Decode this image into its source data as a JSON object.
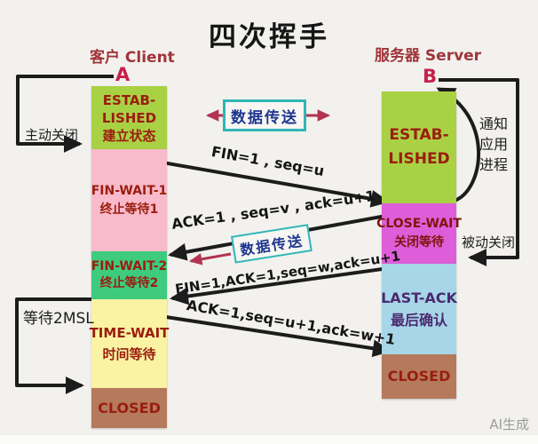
{
  "title": "四次挥手",
  "watermark": "AI生成",
  "client": {
    "header": "客户 Client",
    "endpoint_label": "A",
    "states": [
      {
        "en1": "ESTAB-",
        "en2": "LISHED",
        "zh": "建立状态"
      },
      {
        "en1": "FIN-WAIT-1",
        "zh": "终止等待1"
      },
      {
        "en1": "FIN-WAIT-2",
        "zh": "终止等待2"
      },
      {
        "en1": "TIME-WAIT",
        "zh": "时间等待"
      },
      {
        "en1": "CLOSED"
      }
    ]
  },
  "server": {
    "header": "服务器 Server",
    "endpoint_label": "B",
    "states": [
      {
        "en1": "ESTAB-",
        "en2": "LISHED"
      },
      {
        "en1": "CLOSE-WAIT",
        "zh": "关闭等待"
      },
      {
        "en1": "LAST-ACK",
        "zh": "最后确认"
      },
      {
        "en1": "CLOSED"
      }
    ]
  },
  "messages": [
    {
      "label": "FIN=1 , seq=u",
      "direction": "client-to-server"
    },
    {
      "label": "ACK=1 , seq=v , ack=u+1",
      "direction": "server-to-client"
    },
    {
      "label": "FIN=1,ACK=1,seq=w,ack=u+1",
      "direction": "server-to-client"
    },
    {
      "label": "ACK=1,seq=u+1,ack=w+1",
      "direction": "client-to-server"
    }
  ],
  "data_transfer": {
    "label1": "数据传送",
    "label2": "数据传送"
  },
  "annotations": {
    "active_close": "主动关闭",
    "wait_2msl": "等待2MSL",
    "notify_app_line1": "通知",
    "notify_app_line2": "应用",
    "notify_app_line3": "进程",
    "passive_close": "被动关闭"
  },
  "colors": {
    "background": "#f2f1ee",
    "established_bg": "#a9d144",
    "fin_wait_1_bg": "#f9bacb",
    "fin_wait_2_bg": "#3ecb7e",
    "time_wait_bg": "#f9f3a3",
    "closed_bg": "#b57a5d",
    "close_wait_bg": "#de5ed9",
    "last_ack_bg": "#a7d6e9",
    "state_text": "#9a1d0f",
    "last_ack_text": "#4b2a6e",
    "header_text": "#a0353a",
    "endpoint_text": "#c5204a",
    "data_transfer_border": "#2fb6b8",
    "data_transfer_text": "#1e3690",
    "red_arrow": "#b23351",
    "black_line": "#1c1c1c"
  }
}
